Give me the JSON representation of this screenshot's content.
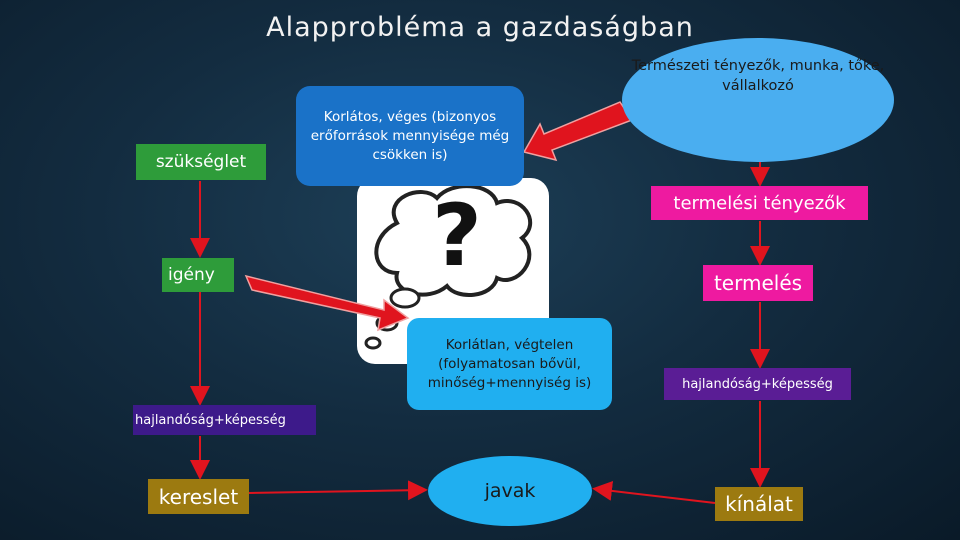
{
  "title": "Alapprobléma a gazdaságban",
  "nodes": {
    "szukseglet": "szükséglet",
    "igeny": "igény",
    "hajlandosag_left": "hajlandóság+képesség",
    "kereslet": "kereslet",
    "limited_resources": "Korlátos, véges (bizonyos erőforrások mennyisége még csökken is)",
    "unlimited_needs": "Korlátlan, végtelen (folyamatosan bővül, minőség+mennyiség is)",
    "natural_factors": "Természeti tényezők, munka, tőke, vállalkozó",
    "termelesi_tenyezok": "termelési tényezők",
    "termeles": "termelés",
    "hajlandosag_right": "hajlandóság+képesség",
    "kinalat": "kínálat",
    "javak": "javak",
    "question_mark": "?"
  },
  "colors": {
    "green_box": "#2e9c3a",
    "purple_box": "#3d1a8a",
    "gold_box": "#9c7a10",
    "pink_box": "#ee1aa0",
    "blue_dark": "#1a72c8",
    "blue_light": "#20aff0",
    "arrow_red": "#e0141e"
  },
  "icons": [
    "thought-cloud-icon",
    "question-mark-icon",
    "big-red-arrow-icon"
  ]
}
